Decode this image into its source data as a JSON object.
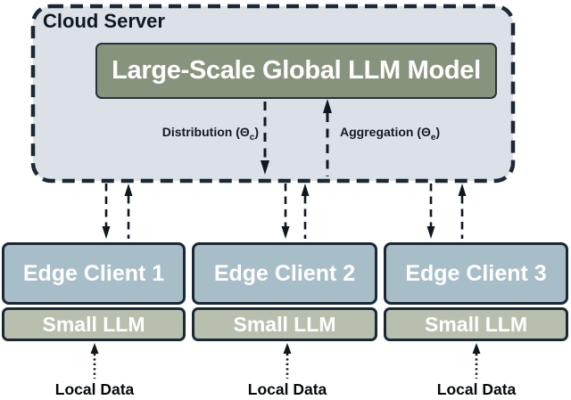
{
  "diagram": {
    "cloud": {
      "title": "Cloud Server",
      "model_label": "Large-Scale Global LLM Model",
      "distribution": {
        "prefix": "Distribution (Θ",
        "sub": "c",
        "suffix": ")"
      },
      "aggregation": {
        "prefix": "Aggregation (Θ",
        "sub": "e",
        "suffix": ")"
      }
    },
    "clients": [
      {
        "name": "Edge Client 1",
        "model": "Small LLM",
        "data_source": "Local Data"
      },
      {
        "name": "Edge Client 2",
        "model": "Small LLM",
        "data_source": "Local Data"
      },
      {
        "name": "Edge Client 3",
        "model": "Small LLM",
        "data_source": "Local Data"
      }
    ],
    "colors": {
      "cloud_fill": "#dce1e8",
      "outline": "#1b2936",
      "model_fill": "#87947d",
      "client_fill": "#a7bdc8",
      "small_llm_fill": "#b9bfae",
      "box_text": "#ffffff",
      "annotation_text": "#111a22",
      "arrow": "#10181f"
    }
  }
}
